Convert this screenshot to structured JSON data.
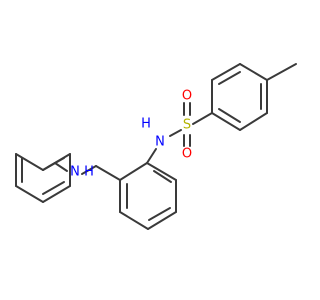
{
  "diagram": {
    "type": "chemical-structure",
    "colors": {
      "bond": "#3a3a3a",
      "nitrogen": "#0000ff",
      "oxygen": "#ff0000",
      "sulfur": "#b3b300",
      "hydrogen_on_n": "#0000ff",
      "background": "#ffffff"
    },
    "labels": {
      "sulfonamide_n": "N",
      "sulfonamide_h": "H",
      "sulfur": "S",
      "oxygen_top": "O",
      "oxygen_bottom": "O",
      "amine_n": "N",
      "amine_h": "H"
    }
  }
}
